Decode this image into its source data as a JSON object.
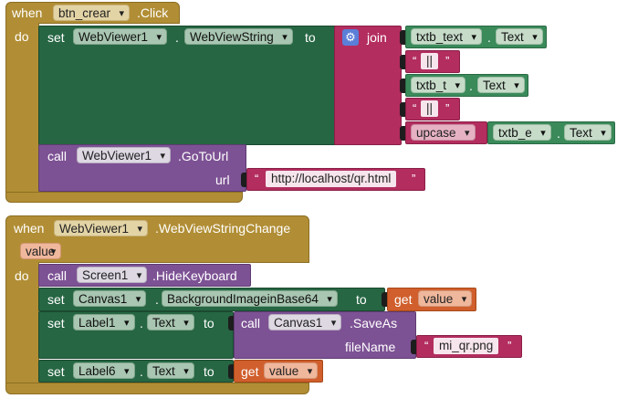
{
  "block1": {
    "event_when": "when",
    "event_component": "btn_crear",
    "event_name": ".Click",
    "do_label": "do",
    "set1": {
      "set": "set",
      "component": "WebViewer1",
      "dot": ".",
      "property": "WebViewString",
      "to": "to",
      "join": "join",
      "join_items": [
        {
          "component": "txtb_text",
          "property": "Text"
        },
        {
          "string": "||"
        },
        {
          "component": "txtb_t",
          "property": "Text"
        },
        {
          "string": "||"
        },
        {
          "func": "upcase",
          "component": "txtb_e",
          "property": "Text"
        }
      ]
    },
    "call1": {
      "call": "call",
      "component": "WebViewer1",
      "method": ".GoToUrl",
      "arg_label": "url",
      "arg_value": "http://localhost/qr.html"
    }
  },
  "block2": {
    "event_when": "when",
    "event_component": "WebViewer1",
    "event_name": ".WebViewStringChange",
    "param": "value",
    "do_label": "do",
    "call_hide": {
      "call": "call",
      "component": "Screen1",
      "method": ".HideKeyboard"
    },
    "set_canvas": {
      "set": "set",
      "component": "Canvas1",
      "property": "BackgroundImageinBase64",
      "to": "to",
      "get": "get",
      "var": "value"
    },
    "set_label1": {
      "set": "set",
      "component": "Label1",
      "property": "Text",
      "to": "to",
      "call": "call",
      "call_component": "Canvas1",
      "method": ".SaveAs",
      "arg_label": "fileName",
      "arg_value": "mi_qr.png"
    },
    "set_label6": {
      "set": "set",
      "component": "Label6",
      "property": "Text",
      "to": "to",
      "get": "get",
      "var": "value"
    }
  },
  "colors": {
    "event_gold": "#b18e35",
    "setter_green": "#266643",
    "method_purple": "#7d5294",
    "text_magenta": "#b32d5e",
    "getter_green": "#3a8a5a",
    "variable_orange": "#d05f2d"
  }
}
